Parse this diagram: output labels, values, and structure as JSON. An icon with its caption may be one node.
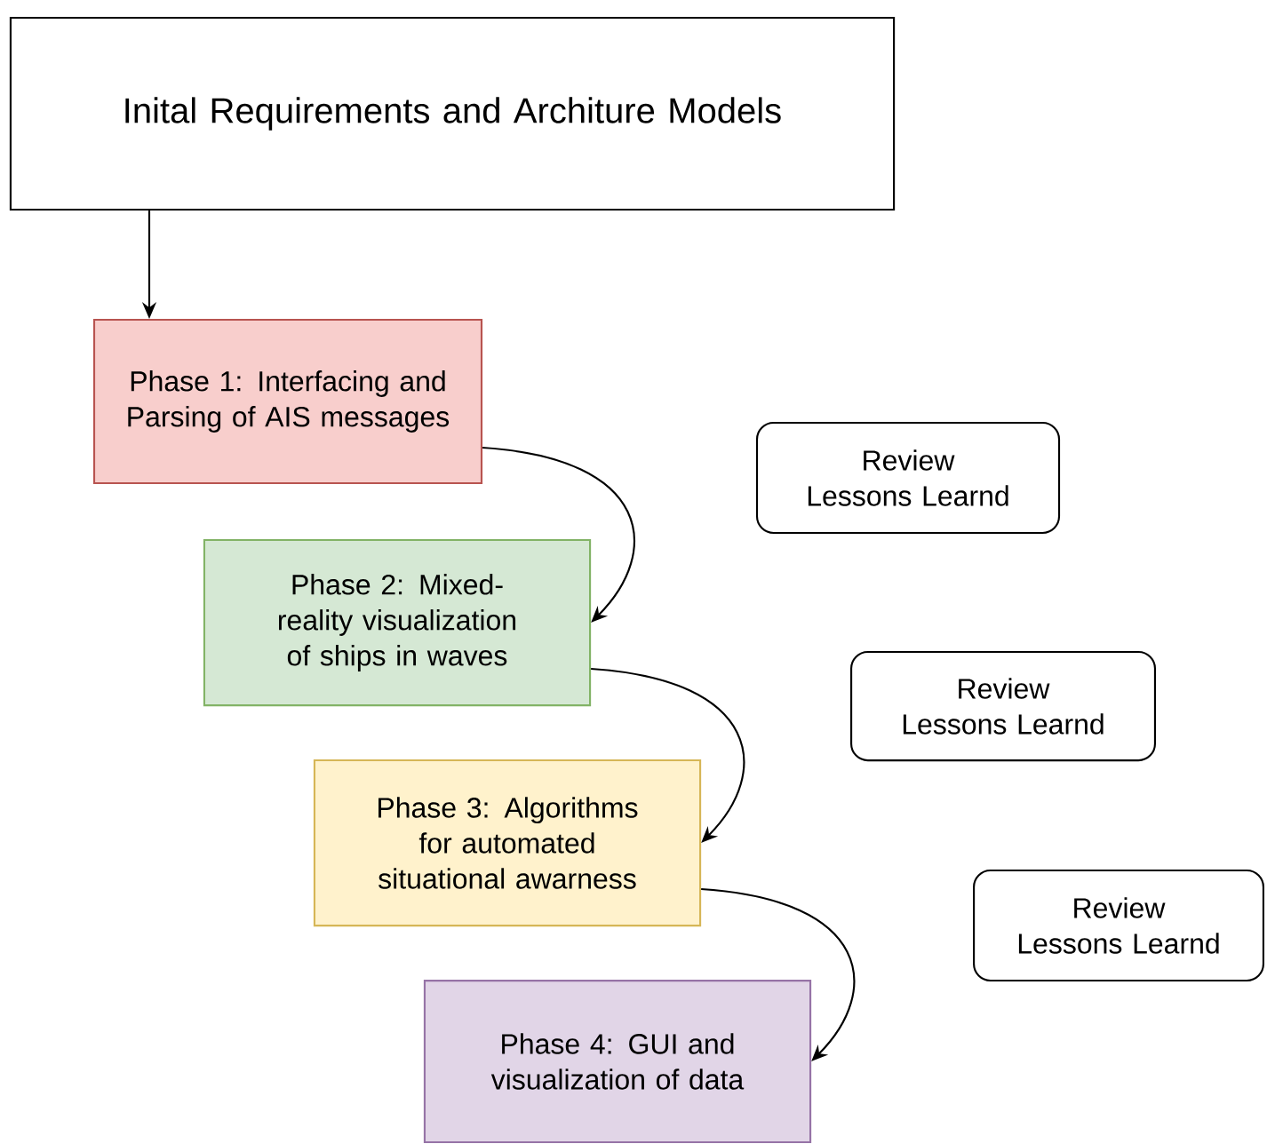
{
  "diagram": {
    "nodes": [
      {
        "text": [
          "Inital Requirements and Architure Models"
        ]
      },
      {
        "text": [
          "Phase 1: Interfacing and Parsing of AIS messages"
        ]
      },
      {
        "text": [
          "Review Lessons Learnd"
        ]
      },
      {
        "text": [
          "Phase 2: Mixed-reality visualization of ships in waves"
        ]
      },
      {
        "text": [
          "Review Lessons Learnd"
        ]
      },
      {
        "text": [
          "Phase 3: Algorithms for automated situational awarness"
        ]
      },
      {
        "text": [
          "Review Lessons Learnd"
        ]
      },
      {
        "text": [
          "Phase 4: GUI and visualization of data"
        ]
      }
    ],
    "edges": [
      {
        "from": 0,
        "to": 1,
        "arrow": "to"
      },
      {
        "from": 1,
        "to": 3,
        "arrow": "to"
      },
      {
        "from": 3,
        "to": 5,
        "arrow": "to"
      },
      {
        "from": 5,
        "to": 7,
        "arrow": "to"
      }
    ]
  }
}
